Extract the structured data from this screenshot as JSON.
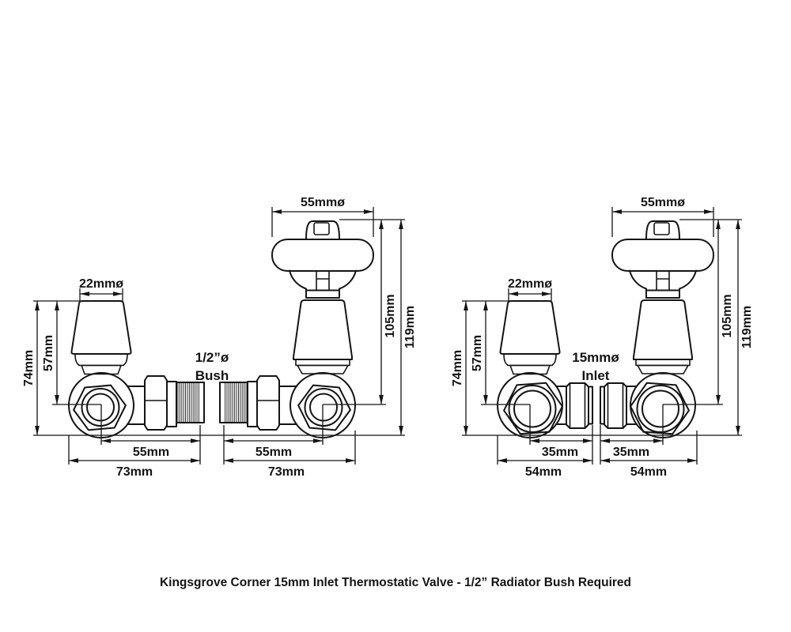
{
  "colors": {
    "line": "#141414",
    "background": "#ffffff"
  },
  "left_pair": {
    "small_valve": {
      "cap_diameter": "22mmø",
      "height_to_center": "57mm",
      "overall_height": "74mm",
      "center_to_tail_end": "55mm",
      "overall_width": "73mm"
    },
    "head_valve": {
      "head_diameter": "55mmø",
      "height_to_center": "105mm",
      "overall_height": "119mm",
      "center_to_tail_end": "55mm",
      "overall_width": "73mm"
    },
    "connector_label_line1": "1/2”ø",
    "connector_label_line2": "Bush"
  },
  "right_pair": {
    "small_valve": {
      "cap_diameter": "22mmø",
      "height_to_center": "57mm",
      "overall_height": "74mm",
      "center_to_inlet_end": "35mm",
      "overall_width": "54mm"
    },
    "head_valve": {
      "head_diameter": "55mmø",
      "height_to_center": "105mm",
      "overall_height": "119mm",
      "center_to_inlet_end": "35mm",
      "overall_width": "54mm"
    },
    "connector_label_line1": "15mmø",
    "connector_label_line2": "Inlet"
  },
  "caption": "Kingsgrove Corner 15mm Inlet Thermostatic Valve - 1/2” Radiator Bush Required"
}
